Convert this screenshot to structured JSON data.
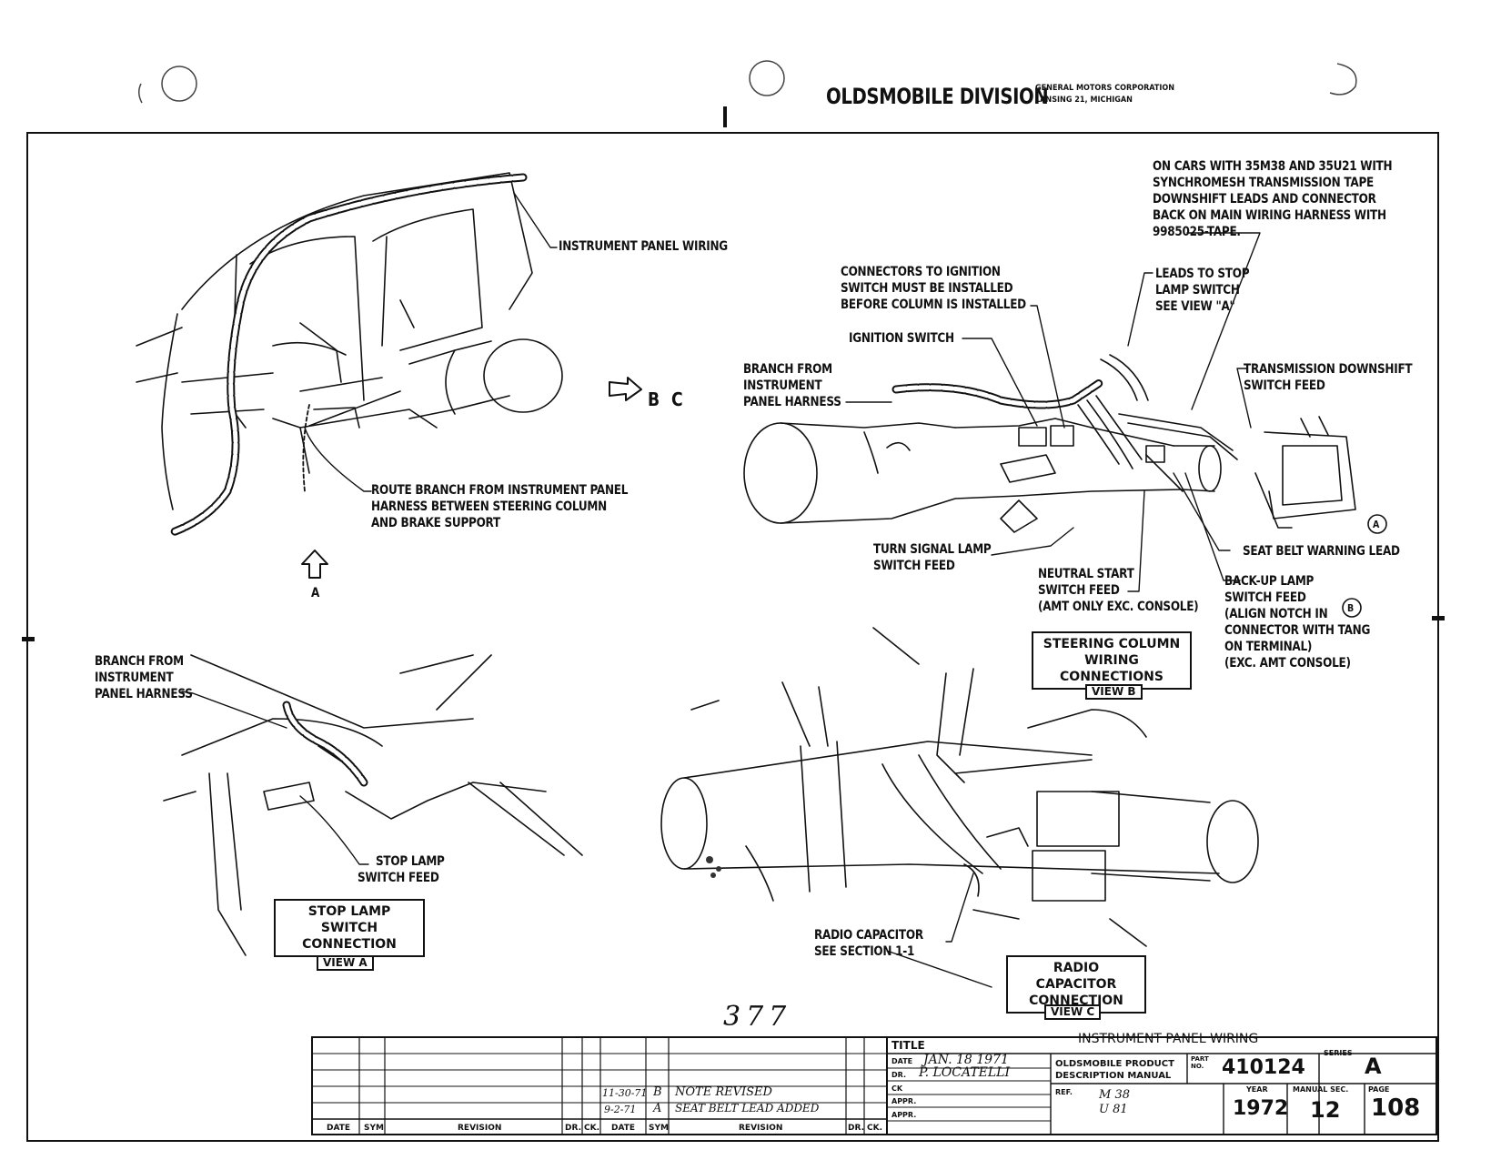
{
  "header": {
    "division": "OLDSMOBILE DIVISION",
    "corp_line1": "GENERAL MOTORS CORPORATION",
    "corp_line2": "LANSING 21, MICHIGAN"
  },
  "view_main": {
    "instrument_panel_wiring": "INSTRUMENT PANEL WIRING",
    "route_branch": [
      "ROUTE BRANCH FROM INSTRUMENT PANEL",
      "HARNESS BETWEEN STEERING COLUMN",
      "AND BRAKE SUPPORT"
    ],
    "arrow_bc": "B C",
    "arrow_a": "A"
  },
  "view_b": {
    "on_cars": [
      "ON CARS WITH 35M38 AND 35U21 WITH",
      "SYNCHROMESH TRANSMISSION TAPE",
      "DOWNSHIFT LEADS AND CONNECTOR",
      "BACK ON MAIN WIRING HARNESS WITH",
      "9985025-TAPE."
    ],
    "connectors_ignition": [
      "CONNECTORS TO IGNITION",
      "SWITCH MUST BE INSTALLED",
      "BEFORE COLUMN IS INSTALLED"
    ],
    "leads_stop": [
      "LEADS TO STOP",
      "LAMP SWITCH",
      "SEE VIEW \"A\""
    ],
    "ignition_switch": "IGNITION SWITCH",
    "branch_from": [
      "BRANCH FROM",
      "INSTRUMENT",
      "PANEL HARNESS"
    ],
    "trans_downshift": [
      "TRANSMISSION DOWNSHIFT",
      "SWITCH FEED"
    ],
    "turn_signal": [
      "TURN SIGNAL LAMP",
      "SWITCH FEED"
    ],
    "neutral_start": [
      "NEUTRAL START",
      "SWITCH FEED",
      "(AMT ONLY EXC. CONSOLE)"
    ],
    "seat_belt": "SEAT BELT WARNING LEAD",
    "backup_lamp": [
      "BACK-UP LAMP",
      "SWITCH FEED",
      "(ALIGN NOTCH IN",
      "CONNECTOR WITH TANG",
      "ON TERMINAL)",
      "(EXC. AMT CONSOLE)"
    ],
    "marker_a": "A",
    "marker_b": "B",
    "caption": [
      "STEERING COLUMN",
      "WIRING CONNECTIONS"
    ],
    "view_tag": "VIEW B"
  },
  "view_a": {
    "branch_from": [
      "BRANCH FROM",
      "INSTRUMENT",
      "PANEL HARNESS"
    ],
    "stop_lamp_feed": [
      "STOP LAMP",
      "SWITCH FEED"
    ],
    "caption": [
      "STOP LAMP",
      "SWITCH CONNECTION"
    ],
    "view_tag": "VIEW A"
  },
  "view_c": {
    "radio_cap": [
      "RADIO CAPACITOR",
      "SEE SECTION 1-1"
    ],
    "caption": [
      "RADIO CAPACITOR",
      "CONNECTION"
    ],
    "view_tag": "VIEW C"
  },
  "page_number_handwritten": "377",
  "title_block": {
    "title_label": "TITLE",
    "title": "INSTRUMENT PANEL WIRING",
    "date_label": "DATE",
    "date_value": "JAN. 18 1971",
    "dr_label": "DR.",
    "dr_value": "P. LOCATELLI",
    "ck_label": "CK",
    "appr_label": "APPR.",
    "appr2_label": "APPR.",
    "product_line1": "OLDSMOBILE PRODUCT",
    "product_line2": "DESCRIPTION MANUAL",
    "ref_label": "REF.",
    "ref_values": [
      "M 38",
      "U 81"
    ],
    "part_label": "PART NO.",
    "part_no": "410124",
    "series_label": "SERIES",
    "series": "A",
    "year_label": "YEAR",
    "year": "1972",
    "manual_sec_label": "MANUAL SEC.",
    "manual_sec": "12",
    "page_label": "PAGE",
    "page": "108",
    "revisions": [
      {
        "date": "11-30-71",
        "sym": "B",
        "revision": "NOTE REVISED"
      },
      {
        "date": "9-2-71",
        "sym": "A",
        "revision": "SEAT BELT LEAD ADDED"
      }
    ],
    "col_date": "DATE",
    "col_sym": "SYM",
    "col_revision": "REVISION",
    "col_dr": "DR.",
    "col_ck": "CK."
  }
}
